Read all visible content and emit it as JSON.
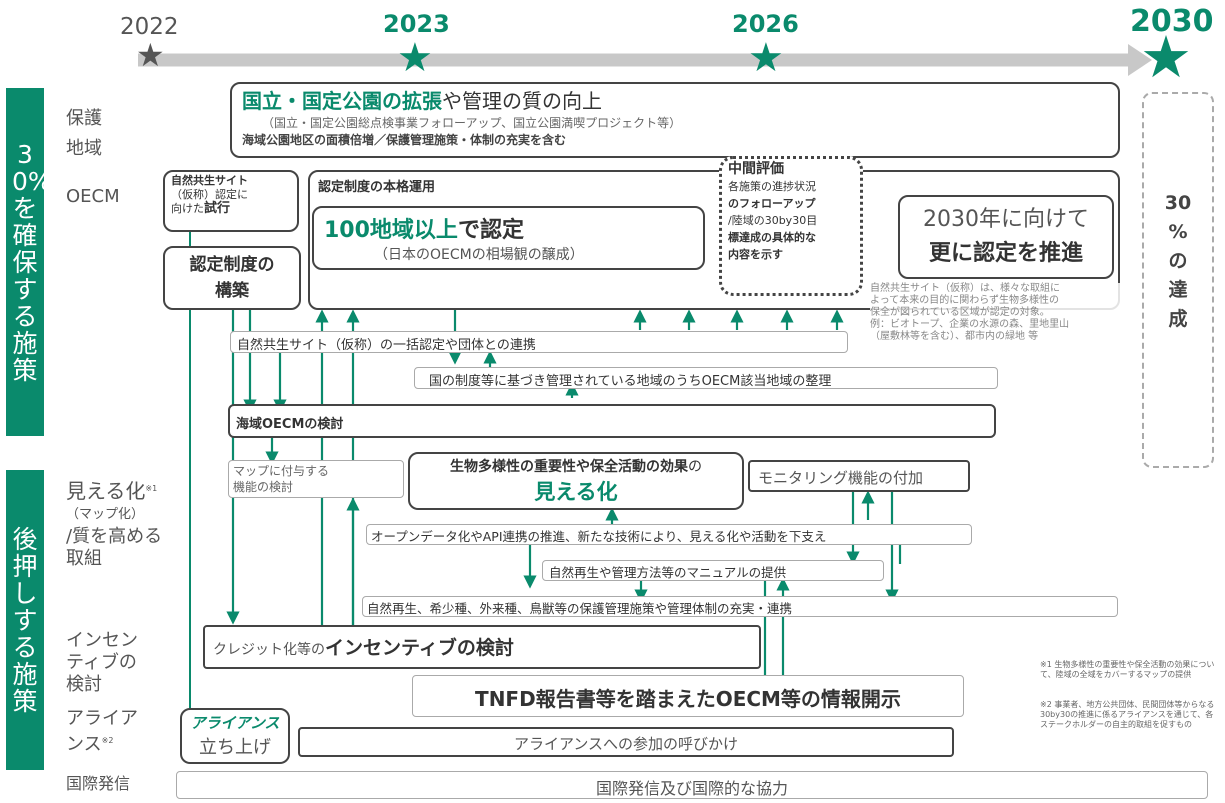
{
  "timeline": {
    "years": [
      "2022",
      "2023",
      "2026",
      "2030"
    ]
  },
  "sidebar": {
    "top_label": "30%を確保する施策",
    "bottom_label": "後押しする施策"
  },
  "rows": {
    "protected_1": "保護",
    "protected_2": "地域",
    "oecm": "OECM",
    "visual_1": "見える化",
    "visual_note": "※1",
    "visual_2": "（マップ化）",
    "visual_3": "/質を高める",
    "visual_4": "取組",
    "incentive_1": "インセン",
    "incentive_2": "ティブの",
    "incentive_3": "検討",
    "alliance_1": "アライア",
    "alliance_2": "ンス",
    "alliance_note": "※2",
    "intl": "国際発信"
  },
  "protected_area": {
    "title_green": "国立・国定公園の拡張",
    "title_rest": "や管理の質の向上",
    "sub1": "（国立・国定公園総点検事業フォローアップ、国立公園満喫プロジェクト等）",
    "sub2": "海域公園地区の面積倍増／保護管理施策・体制の充実を含む"
  },
  "goal_2030": {
    "line1": "30",
    "line2": "%",
    "line3": "の",
    "line4": "達",
    "line5": "成"
  },
  "oecm_trial": {
    "l1": "自然共生サイト",
    "l2": "（仮称）認定に",
    "l3a": "向けた",
    "l3b": "試行"
  },
  "oecm_build": {
    "l1": "認定制度の",
    "l2": "構築"
  },
  "oecm_operation": {
    "label": "認定制度の本格運用",
    "main_green": "100地域以上",
    "main_rest": "で認定",
    "sub": "（日本のOECMの相場観の醸成）"
  },
  "midterm": {
    "title": "中間評価",
    "l1": "各施策の進捗状況",
    "l2": "のフォローアップ",
    "l3": "/陸域の30by30目",
    "l4": "標達成の具体的な",
    "l5": "内容を示す"
  },
  "towards_2030": {
    "l1": "2030年に向けて",
    "l2": "更に認定を推進"
  },
  "site_note": {
    "l1": "自然共生サイト（仮称）は、様々な取組に",
    "l2": "よって本来の目的に関わらず生物多様性の",
    "l3": "保全が図られている区域が認定の対象。",
    "l4": "例：ビオトープ、企業の水源の森、里地里山",
    "l5": "（屋敷林等を含む）、都市内の緑地 等"
  },
  "bars": {
    "bulk_cert": "自然共生サイト（仮称）の一括認定や団体との連携",
    "national_areas": "国の制度等に基づき管理されている地域のうちOECM該当地域の整理",
    "marine_oecm": "海域OECMの検討",
    "map_func_1": "マップに付与する",
    "map_func_2": "機能の検討",
    "visual_main_1a": "生物多様性の重要性や保全活動の効果",
    "visual_main_1b": "の",
    "visual_main_2": "見える化",
    "monitoring": "モニタリング機能の付加",
    "open_data": "オープンデータ化やAPI連携の推進、新たな技術により、見える化や活動を下支え",
    "manual": "自然再生や管理方法等のマニュアルの提供",
    "mgmt": "自然再生、希少種、外来種、鳥獣等の保護管理施策や管理体制の充実・連携",
    "credit_small": "クレジット化等の",
    "credit_big": "インセンティブの検討",
    "tnfd": "TNFD報告書等を踏まえたOECM等の情報開示",
    "alliance_logo": "アライアンス",
    "alliance_launch": "立ち上げ",
    "alliance_call": "アライアンスへの参加の呼びかけ",
    "intl_coop": "国際発信及び国際的な協力"
  },
  "footnotes": {
    "n1": "※1 生物多様性の重要性や保全活動の効果について、陸域の全域をカバーするマップの提供",
    "n2": "※2 事業者、地方公共団体、民間団体等からなる30by30の推進に係るアライアンスを通じて、各ステークホルダーの自主的取組を促すもの"
  },
  "colors": {
    "accent": "#0a8a6c",
    "timeline": "#c8c8c8",
    "border": "#444444"
  }
}
